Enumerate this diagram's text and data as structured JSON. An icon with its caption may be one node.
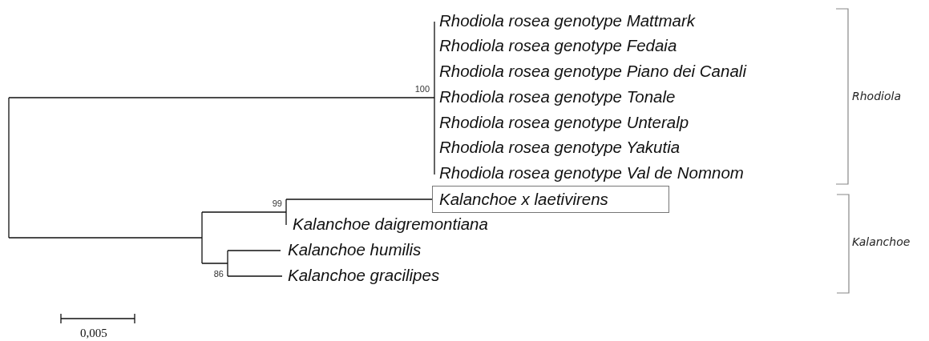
{
  "diagram": {
    "nodes": [
      {
        "text": [
          "Kalanchoe x laetivirens"
        ]
      }
    ],
    "labels": [
      "Rhodiola rosea genotype Mattmark",
      "Rhodiola rosea genotype Fedaia",
      "Rhodiola rosea genotype Piano dei Canali",
      "Rhodiola rosea genotype Tonale",
      "Rhodiola rosea genotype Unteralp",
      "Rhodiola rosea genotype Yakutia",
      "Rhodiola rosea genotype Val de Nomnom",
      "100",
      "Rhodiola",
      "99",
      "Kalanchoe daigremontiana",
      "Kalanchoe",
      "Kalanchoe humilis",
      "86",
      "Kalanchoe gracilipes",
      "0,005"
    ]
  }
}
